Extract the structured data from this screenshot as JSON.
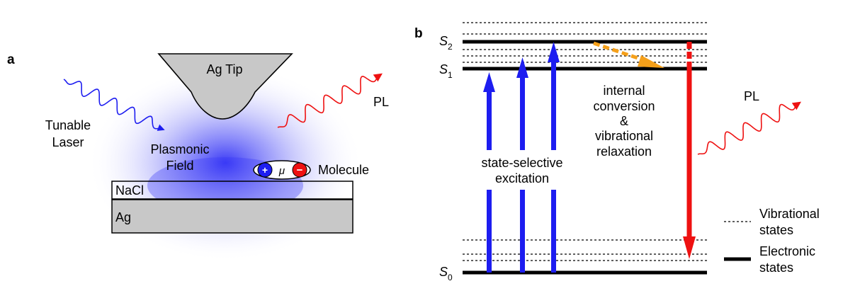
{
  "panel_a": {
    "label": "a",
    "tip_label": "Ag Tip",
    "laser_label_line1": "Tunable",
    "laser_label_line2": "Laser",
    "pl_label": "PL",
    "field_label_line1": "Plasmonic",
    "field_label_line2": "Field",
    "dipole_symbol": "μ",
    "plus_sign": "+",
    "minus_sign": "−",
    "molecule_label": "Molecule",
    "nacl_label": "NaCl",
    "ag_label": "Ag"
  },
  "panel_b": {
    "label": "b",
    "s2_label": "S",
    "s2_sub": "2",
    "s1_label": "S",
    "s1_sub": "1",
    "s0_label": "S",
    "s0_sub": "0",
    "excitation_line1": "state-selective",
    "excitation_line2": "excitation",
    "relax_line1": "internal",
    "relax_line2": "conversion",
    "relax_line3": "&",
    "relax_line4": "vibrational",
    "relax_line5": "relaxation",
    "pl_label": "PL",
    "legend_vib_line1": "Vibrational",
    "legend_vib_line2": "states",
    "legend_elec_line1": "Electronic",
    "legend_elec_line2": "states"
  },
  "colors": {
    "blue": "#1d1df0",
    "red": "#ee1111",
    "orange": "#f5a01a",
    "gray": "#c8c8c8"
  }
}
